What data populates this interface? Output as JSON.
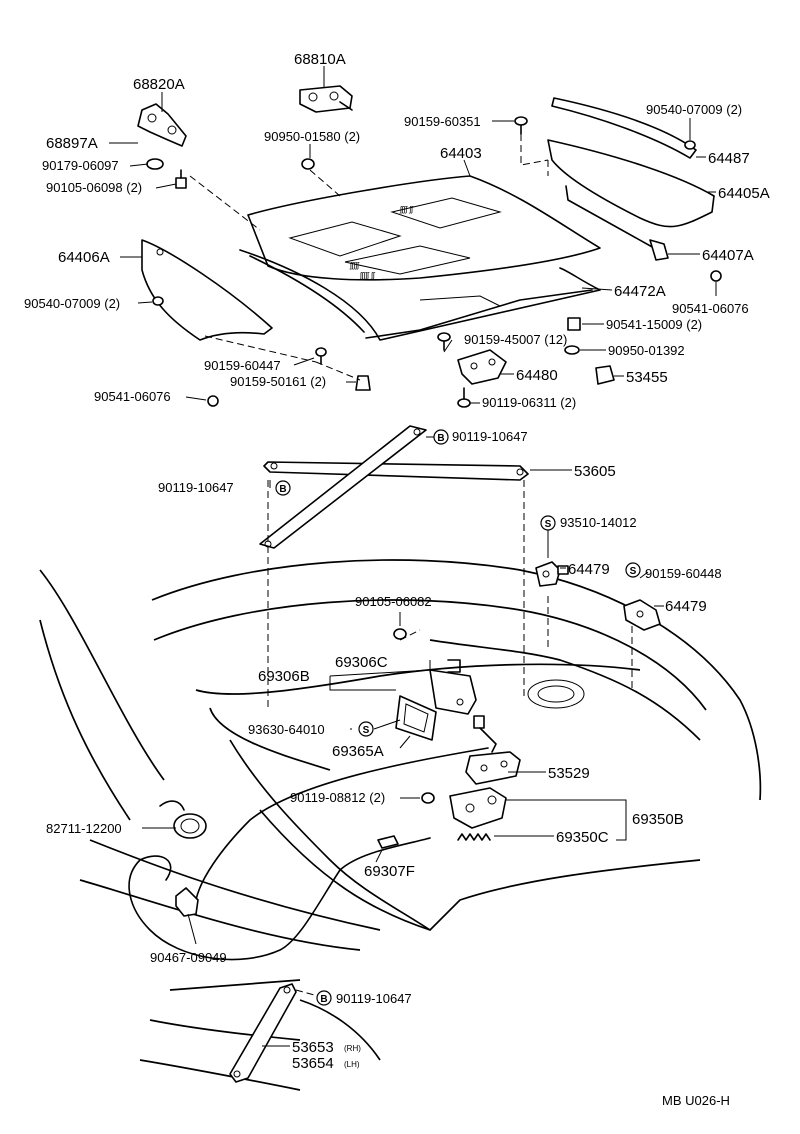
{
  "diagram_id": "MB U026-H",
  "badges": {
    "bolt": "B",
    "screw": "S"
  },
  "labels": {
    "p68810A": "68810A",
    "p68820A": "68820A",
    "p68897A": "68897A",
    "p90179_06097": "90179-06097",
    "p90105_06098": "90105-06098 (2)",
    "p90950_01580": "90950-01580 (2)",
    "p90159_60351": "90159-60351",
    "p90540_07009_top": "90540-07009 (2)",
    "p64403": "64403",
    "p64487": "64487",
    "p64405A": "64405A",
    "p64407A": "64407A",
    "p90541_06076_r": "90541-06076",
    "p64406A": "64406A",
    "p90540_07009_l": "90540-07009 (2)",
    "p64472A": "64472A",
    "p90159_45007": "90159-45007 (12)",
    "p90541_15009": "90541-15009 (2)",
    "p90950_01392": "90950-01392",
    "p90159_60447": "90159-60447",
    "p90159_50161": "90159-50161 (2)",
    "p64480": "64480",
    "p53455": "53455",
    "p90541_06076_l": "90541-06076",
    "p90119_06311": "90119-06311 (2)",
    "p90119_10647_a": "90119-10647",
    "p53605": "53605",
    "p90119_10647_b": "90119-10647",
    "p93510_14012": "93510-14012",
    "p64479_a": "64479",
    "p90159_60448": "90159-60448",
    "p64479_b": "64479",
    "p90105_06082": "90105-06082",
    "p69306C": "69306C",
    "p69306B": "69306B",
    "p93630_64010": "93630-64010",
    "p69365A": "69365A",
    "p53529": "53529",
    "p90119_08812": "90119-08812 (2)",
    "p69350B": "69350B",
    "p82711_12200": "82711-12200",
    "p69350C": "69350C",
    "p69307F": "69307F",
    "p90467_09049": "90467-09049",
    "p90119_10647_c": "90119-10647",
    "p53653": "53653",
    "p53653_side": "(RH)",
    "p53654": "53654",
    "p53654_side": "(LH)"
  }
}
